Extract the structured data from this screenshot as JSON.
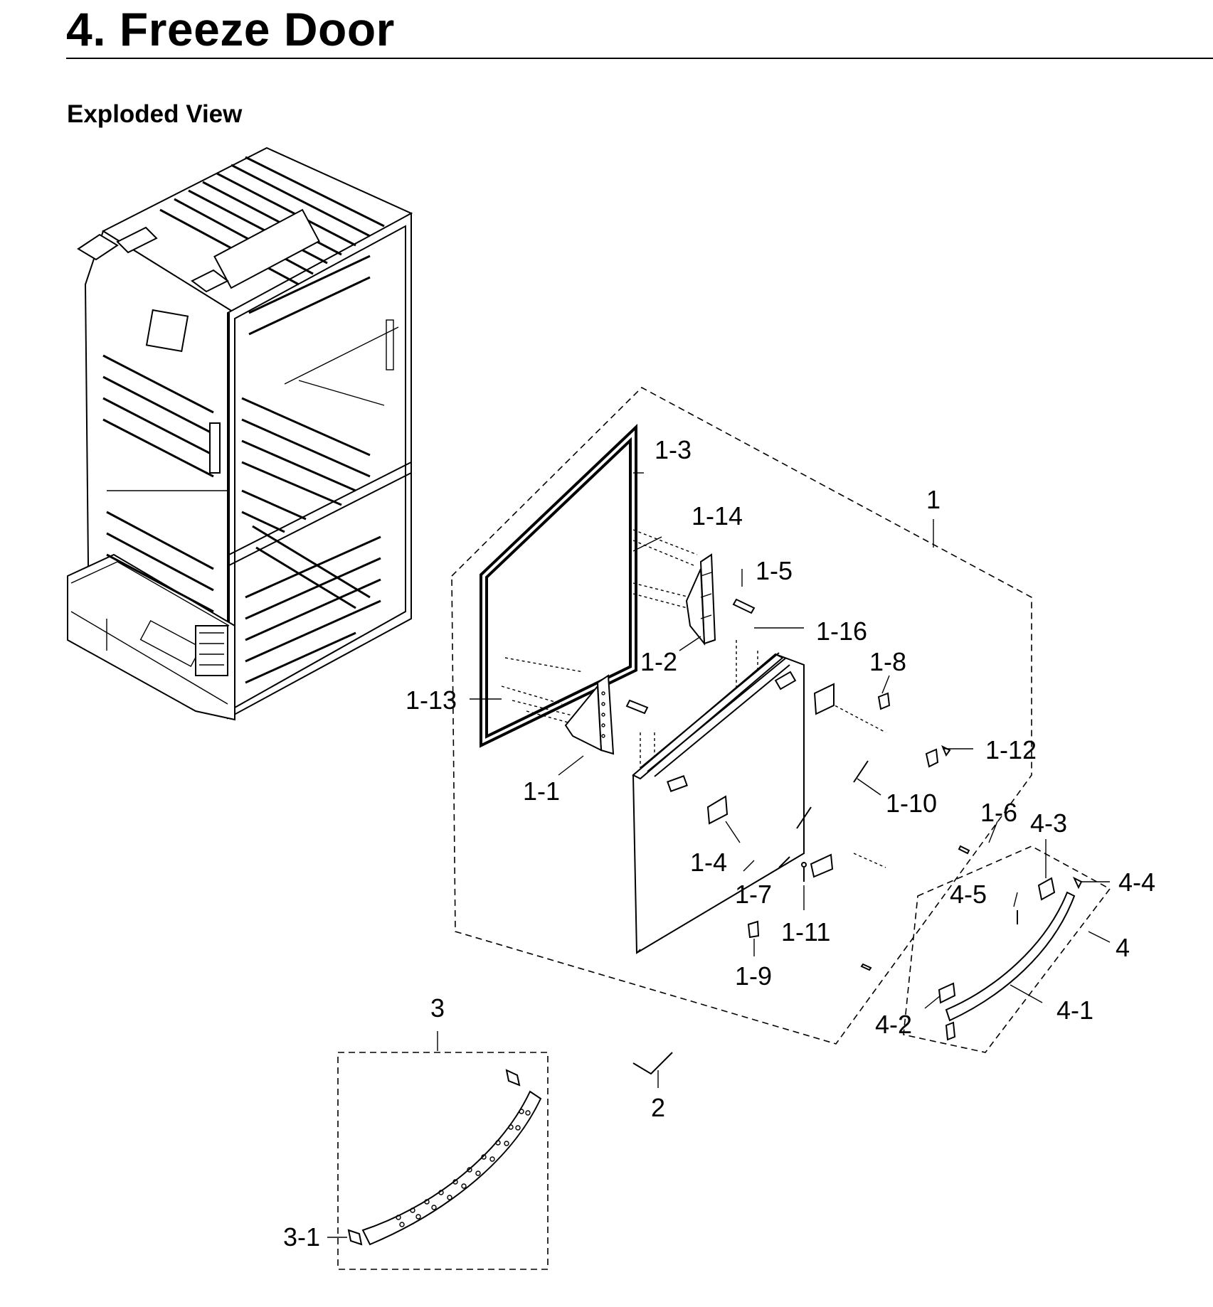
{
  "header": {
    "title": "4.  Freeze Door",
    "subtitle": "Exploded View"
  },
  "callouts": {
    "p1": "1",
    "p1_1": "1-1",
    "p1_2": "1-2",
    "p1_3": "1-3",
    "p1_4": "1-4",
    "p1_5": "1-5",
    "p1_6": "1-6",
    "p1_7": "1-7",
    "p1_8": "1-8",
    "p1_9": "1-9",
    "p1_10": "1-10",
    "p1_11": "1-11",
    "p1_12": "1-12",
    "p1_13": "1-13",
    "p1_14": "1-14",
    "p1_16": "1-16",
    "p2": "2",
    "p3": "3",
    "p3_1": "3-1",
    "p4": "4",
    "p4_1": "4-1",
    "p4_2": "4-2",
    "p4_3": "4-3",
    "p4_4": "4-4",
    "p4_5": "4-5"
  }
}
